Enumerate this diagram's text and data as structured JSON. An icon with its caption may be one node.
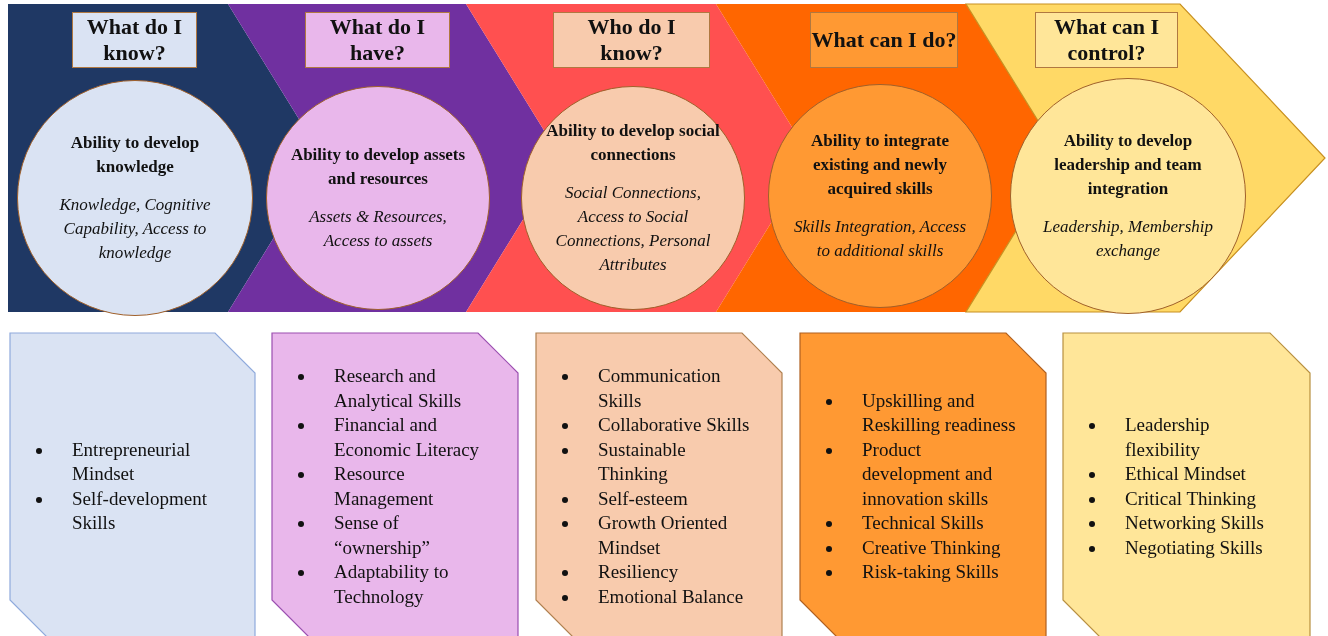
{
  "diagram": {
    "nodes": [
      {
        "text": [],
        "shape": "chevron"
      },
      {
        "text": [
          "What do I know?"
        ],
        "in": 0
      },
      {
        "text": [
          "Ability to develop knowledge",
          "Knowledge, Cognitive Capability, Access to knowledge"
        ],
        "in": 0
      },
      {
        "text": [],
        "shape": "chevron"
      },
      {
        "text": [
          "What do I have?"
        ],
        "in": 3
      },
      {
        "text": [
          "Ability to develop assets and resources",
          "Assets & Resources, Access to assets"
        ],
        "in": 3
      },
      {
        "text": [],
        "shape": "chevron"
      },
      {
        "text": [
          "Who do I know?"
        ],
        "in": 6
      },
      {
        "text": [
          "Ability to develop social connections",
          "Social Connections, Access to Social Connections, Personal Attributes"
        ],
        "in": 6
      },
      {
        "text": [],
        "shape": "chevron"
      },
      {
        "text": [
          "What can I do?"
        ],
        "in": 9
      },
      {
        "text": [
          "Ability to integrate existing and newly acquired skills",
          "Skills Integration, Access to additional skills"
        ],
        "in": 9
      },
      {
        "text": [],
        "shape": "chevron"
      },
      {
        "text": [
          "What can I control?"
        ],
        "in": 12
      },
      {
        "text": [
          "Ability to develop leadership and team integration",
          "Leadership, Membership exchange"
        ],
        "in": 12
      },
      {
        "text": [
          "Entrepreneurial Mindset",
          "Self-development Skills"
        ]
      },
      {
        "text": [
          "Research and Analytical Skills",
          "Financial and Economic Literacy",
          "Resource Management",
          "Sense of “ownership”",
          "Adaptability to Technology"
        ]
      },
      {
        "text": [
          "Communication Skills",
          "Collaborative Skills",
          "Sustainable Thinking",
          "Self-esteem",
          "Growth Oriented Mindset",
          "Resiliency",
          "Emotional Balance"
        ]
      },
      {
        "text": [
          "Upskilling and Reskilling readiness",
          "Product development and innovation skills",
          "Technical Skills",
          "Creative Thinking",
          "Risk-taking Skills"
        ]
      },
      {
        "text": [
          "Leadership flexibility",
          "Ethical Mindset",
          "Critical Thinking",
          "Networking Skills",
          "Negotiating Skills"
        ]
      }
    ],
    "edges": []
  }
}
